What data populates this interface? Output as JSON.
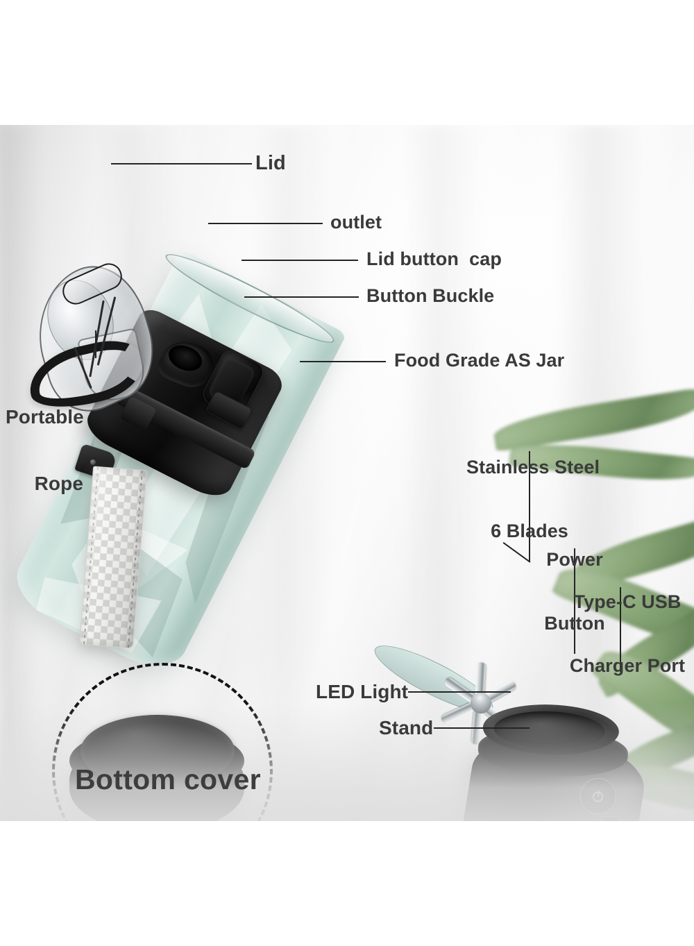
{
  "product": {
    "type": "portable-blender-exploded-diagram",
    "jar_color": "#cfe3dd",
    "body_color": "#0e0e0e",
    "label_color": "#3a3a3a",
    "leader_color": "#242424",
    "accent_plant_color": "#7f9f6c"
  },
  "labels": [
    {
      "id": "lid",
      "text": "Lid",
      "lines": [
        "Lid"
      ]
    },
    {
      "id": "outlet",
      "text": "outlet",
      "lines": [
        "outlet"
      ]
    },
    {
      "id": "lid-button-cap",
      "text": "Lid button  cap",
      "lines": [
        "Lid button  cap"
      ]
    },
    {
      "id": "button-buckle",
      "text": "Button Buckle",
      "lines": [
        "Button Buckle"
      ]
    },
    {
      "id": "food-grade-jar",
      "text": "Food Grade AS Jar",
      "lines": [
        "Food Grade AS Jar"
      ]
    },
    {
      "id": "blades",
      "text": "Stainless Steel 6 Blades",
      "lines": [
        "Stainless Steel",
        "6 Blades"
      ]
    },
    {
      "id": "power-button",
      "text": "Power Button",
      "lines": [
        "Power",
        "Button"
      ]
    },
    {
      "id": "usb-port",
      "text": "Type-C USB Charger Port",
      "lines": [
        "Type-C USB",
        "Charger Port"
      ]
    },
    {
      "id": "led-light",
      "text": "LED Light",
      "lines": [
        "LED Light"
      ]
    },
    {
      "id": "stand",
      "text": "Stand",
      "lines": [
        "Stand"
      ]
    },
    {
      "id": "portable-rope",
      "text": "Portable Rope",
      "lines": [
        "Portable",
        "Rope"
      ]
    },
    {
      "id": "bottom-cover",
      "text": "Bottom cover",
      "lines": [
        "Bottom cover"
      ]
    }
  ],
  "callouts": {
    "lid": "Lid",
    "outlet": "outlet",
    "lid_button_cap": "Lid button  cap",
    "button_buckle": "Button Buckle",
    "food_grade_jar": "Food Grade AS Jar",
    "blades_line1": "Stainless Steel",
    "blades_line2": "6 Blades",
    "power_line1": "Power",
    "power_line2": "Button",
    "usb_line1": "Type-C USB",
    "usb_line2": "Charger Port",
    "led_light": "LED Light",
    "stand": "Stand",
    "rope_line1": "Portable",
    "rope_line2": "Rope",
    "bottom_cover": "Bottom cover"
  },
  "icons": {
    "power": "power-icon",
    "usb": "usb-c-port-icon"
  }
}
